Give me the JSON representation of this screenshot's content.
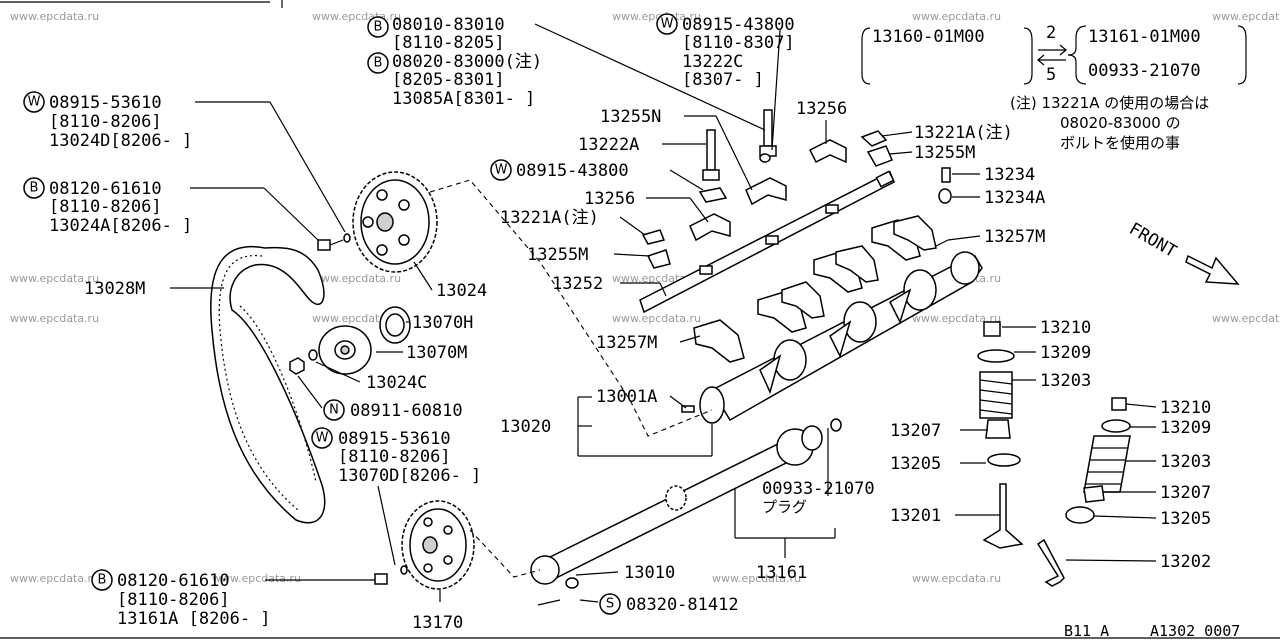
{
  "watermark": "www.epcdata.ru",
  "footer": {
    "model": "B11 A",
    "code": "A1302 0007"
  },
  "labels": {
    "b_08010": "08010-83010",
    "b_08010_r": "[8110-8205]",
    "b_08020": "08020-83000(注)",
    "b_08020_r": "[8205-8301]",
    "p13085A": "13085A[8301-     ]",
    "w_08915_438_top": "08915-43800",
    "w_08915_438_top_r": "[8110-8307]",
    "p13222C": "13222C",
    "p13222C_r": "[8307-     ]",
    "w_08915_536": "08915-53610",
    "w_08915_536_r": "[8110-8206]",
    "p13024D": "13024D[8206-     ]",
    "b_08120_top": "08120-61610",
    "b_08120_top_r": "[8110-8206]",
    "p13024A": "13024A[8206-     ]",
    "p13255N": "13255N",
    "p13222A": "13222A",
    "w_08915_438_mid": "08915-43800",
    "p13256_left": "13256",
    "p13221A_left": "13221A(注)",
    "p13255M_left": "13255M",
    "p13252": "13252",
    "p13256_top": "13256",
    "p13221A_right": "13221A(注)",
    "p13255M_right": "13255M",
    "p13234": "13234",
    "p13234A": "13234A",
    "p13257M_right": "13257M",
    "p13028M": "13028M",
    "p13024": "13024",
    "p13070H": "13070H",
    "p13070M": "13070M",
    "p13024C": "13024C",
    "n_08911": "08911-60810",
    "w_08915_536_b": "08915-53610",
    "w_08915_536_b_r": "[8110-8206]",
    "p13070D": "13070D[8206-     ]",
    "p13257M_left": "13257M",
    "p13001A": "13001A",
    "p13020": "13020",
    "p00933": "00933-21070",
    "plug": "プラグ",
    "p13161": "13161",
    "p13010": "13010",
    "s_08320": "08320-81412",
    "b_08120_bot": "08120-61610",
    "b_08120_bot_r": "[8110-8206]",
    "p13161A": "13161A [8206-     ]",
    "p13170": "13170",
    "p13210_a": "13210",
    "p13209_a": "13209",
    "p13203_a": "13203",
    "p13207_a": "13207",
    "p13205_a": "13205",
    "p13201": "13201",
    "p13210_b": "13210",
    "p13209_b": "13209",
    "p13203_b": "13203",
    "p13207_b": "13207",
    "p13205_b": "13205",
    "p13202": "13202",
    "p_front": "FRONT"
  },
  "conversion": {
    "left": "13160-01M00",
    "right_top": "13161-01M00",
    "right_bottom": "00933-21070",
    "forward": "2",
    "backward": "5"
  },
  "note": {
    "line1": "(注) 13221A の使用の場合は",
    "line2": "08020-83000 の",
    "line3": "ボルトを使用の事"
  },
  "symbols": {
    "bolt": "B",
    "washer": "W",
    "nut": "N",
    "screw": "S"
  }
}
